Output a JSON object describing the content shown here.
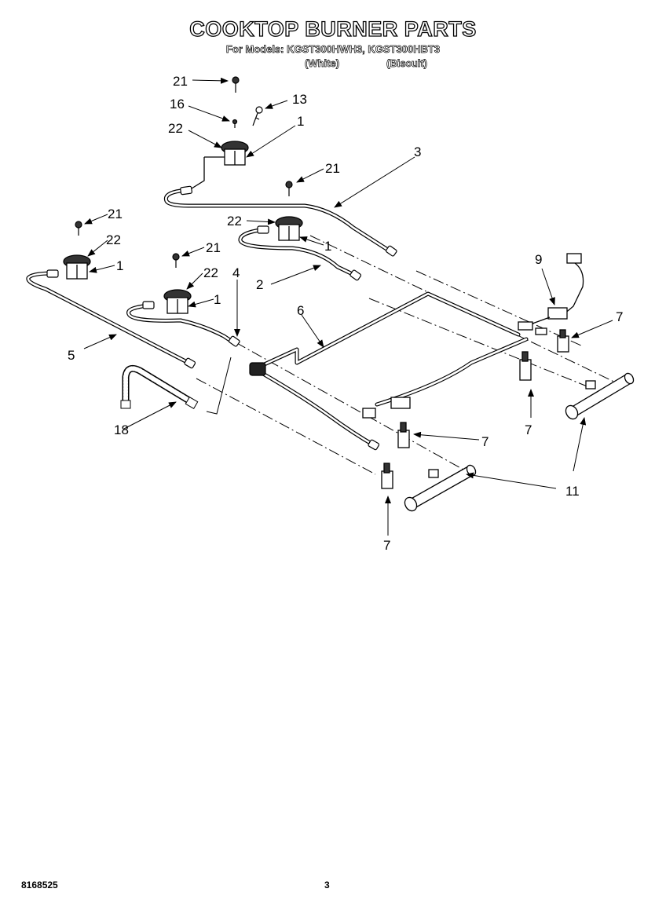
{
  "header": {
    "title": "COOKTOP BURNER PARTS",
    "models_line": "For Models: KGST300HWH3, KGST300HBT3",
    "variant_white": "(White)",
    "variant_biscuit": "(Biscuit)"
  },
  "callouts": [
    "21",
    "16",
    "13",
    "22",
    "1",
    "3",
    "21",
    "22",
    "1",
    "21",
    "22",
    "1",
    "21",
    "22",
    "1",
    "4",
    "2",
    "6",
    "9",
    "7",
    "5",
    "7",
    "18",
    "7",
    "11",
    "7"
  ],
  "footer": {
    "doc_number": "8168525",
    "page_number": "3"
  }
}
